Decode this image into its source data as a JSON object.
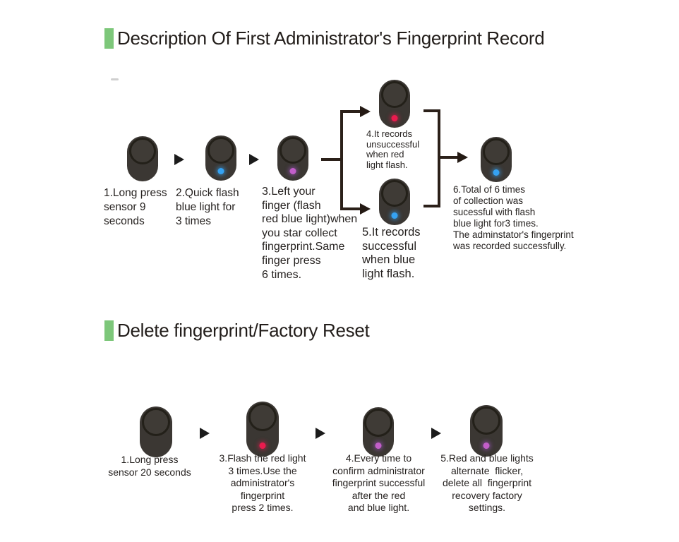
{
  "colors": {
    "accent_green": "#7dc77a",
    "text": "#262220",
    "device_body": "#3b3733",
    "connector": "#2b2019",
    "led_blue": "#35a2f2",
    "led_red": "#ea1b4e",
    "led_magenta": "#c25ec9"
  },
  "sections": [
    {
      "title": "Description Of First Administrator's Fingerprint Record",
      "steps": [
        {
          "caption": "1.Long press\nsensor 9\nseconds",
          "led": "none"
        },
        {
          "caption": "2.Quick flash\nblue light for\n3 times",
          "led": "blue"
        },
        {
          "caption": "3.Left your\nfinger (flash\nred blue light)when\nyou star collect\nfingerprint.Same\nfinger press\n6 times.",
          "led": "magenta"
        },
        {
          "caption": "4.It records\nunsuccessful\nwhen red\nlight flash.",
          "led": "red"
        },
        {
          "caption": "5.It records\nsuccessful\nwhen blue\nlight flash.",
          "led": "blue"
        },
        {
          "caption": "6.Total of 6 times\nof collection was\nsucessful with flash\nblue light for3 times.\nThe adminstator's fingerprint\nwas recorded successfully.",
          "led": "blue"
        }
      ]
    },
    {
      "title": "Delete fingerprint/Factory Reset",
      "steps": [
        {
          "caption": "1.Long press\nsensor 20 seconds",
          "led": "none"
        },
        {
          "caption": "3.Flash the red light\n3 times.Use the\nadministrator's\nfingerprint\npress 2 times.",
          "led": "red"
        },
        {
          "caption": "4.Every time to\nconfirm administrator\nfingerprint successful\nafter the red\nand blue light.",
          "led": "magenta"
        },
        {
          "caption": "5.Red and blue lights\nalternate  flicker,\ndelete all  fingerprint\nrecovery factory\nsettings.",
          "led": "magenta"
        }
      ]
    }
  ]
}
